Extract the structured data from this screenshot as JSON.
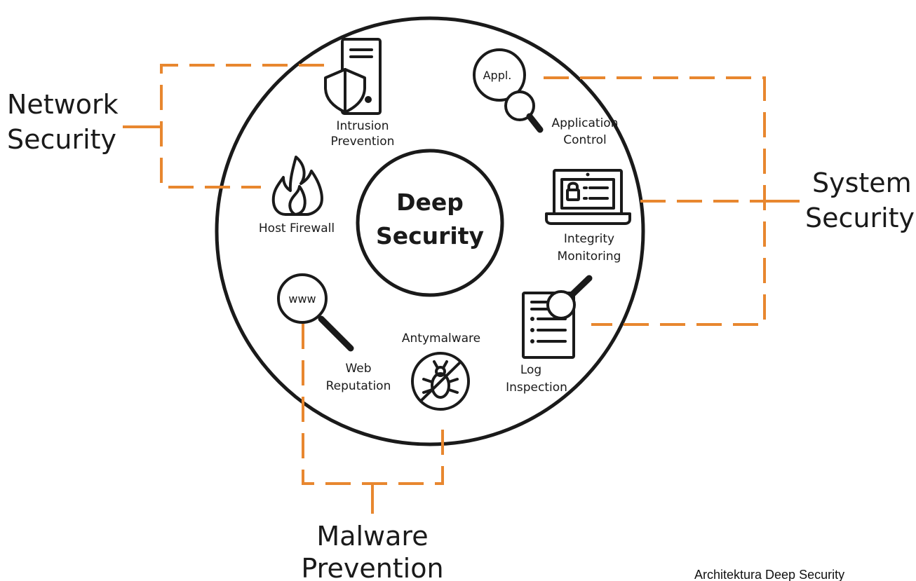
{
  "center": {
    "line1": "Deep",
    "line2": "Security"
  },
  "groups": {
    "network": {
      "line1": "Network",
      "line2": "Security"
    },
    "system": {
      "line1": "System",
      "line2": "Security"
    },
    "malware": {
      "line1": "Malware",
      "line2": "Prevention"
    }
  },
  "items": {
    "intrusion_prevention": {
      "line1": "Intrusion",
      "line2": "Prevention"
    },
    "application_control": {
      "line1": "Application",
      "line2": "Control",
      "icon_text": "Appl."
    },
    "host_firewall": {
      "line1": "Host Firewall"
    },
    "integrity_monitoring": {
      "line1": "Integrity",
      "line2": "Monitoring"
    },
    "web_reputation": {
      "line1": "Web",
      "line2": "Reputation",
      "icon_text": "www"
    },
    "antimalware": {
      "line1": "Antymalware"
    },
    "log_inspection": {
      "line1": "Log",
      "line2": "Inspection"
    }
  },
  "caption": "Architektura Deep Security",
  "colors": {
    "accent": "#e8872f",
    "stroke": "#1a1a1a",
    "background": "#ffffff"
  }
}
